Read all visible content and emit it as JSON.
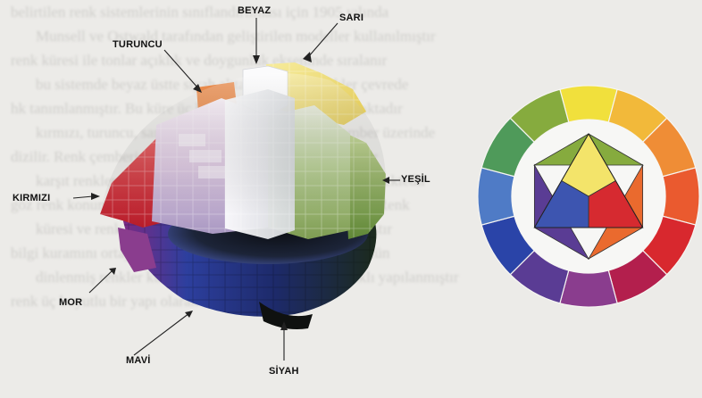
{
  "labels": {
    "beyaz": "BEYAZ",
    "sari": "SARI",
    "turuncu": "TURUNCU",
    "yesil": "YEŞİL",
    "kirmizi": "KIRMIZI",
    "mor": "MOR",
    "mavi": "MAVİ",
    "siyah": "SİYAH"
  },
  "colors": {
    "white": "#f4f2f4",
    "yellow": "#f2d94a",
    "orange": "#ee8a3c",
    "red": "#d8282e",
    "purple": "#8a3d8e",
    "blue": "#2a44a8",
    "green": "#86ab3e",
    "black": "#111111"
  },
  "background_text": [
    "belirtilen renk sistemlerinin sınıflandırılması için 1905 yılında",
    "Munsell ve Ostwald tarafından geliştirilen modeller kullanılmıştır",
    "renk küresi ile tonlar açıklık ve doygunluk ekseninde sıralanır",
    "bu sistemde beyaz üstte siyah altta yer alır ve renkler çevrede",
    "hk tanımlanmıştır. Bu küre üç boyutlu bir düzen oluşturmaktadır",
    "kırmızı, turuncu, sarı, yeşil, mavi ve mor renkler çember üzerinde",
    "dizilir. Renk çemberinde ana renkler ve ara renkler gösterilir",
    "karşıt renkler birbirinin tamamlayıcısı olarak kabul edilmektedir",
    "göz renk konumlarını algılamada bu düzeni kullanmaktadır. Renk",
    "küresi ve renk çemberi ilişkisi aşağıda ayrıca açıklanmıştır",
    "bilgi kuramını ortaya koyan uzmanlarca tanımlanmıştır. Bütün",
    "dinlenmiş renkler kuramı ile deneysel sonuçlar mantıklı yapılanmıştır",
    "renk üç boyutlu bir yapı olarak düşünülür"
  ]
}
